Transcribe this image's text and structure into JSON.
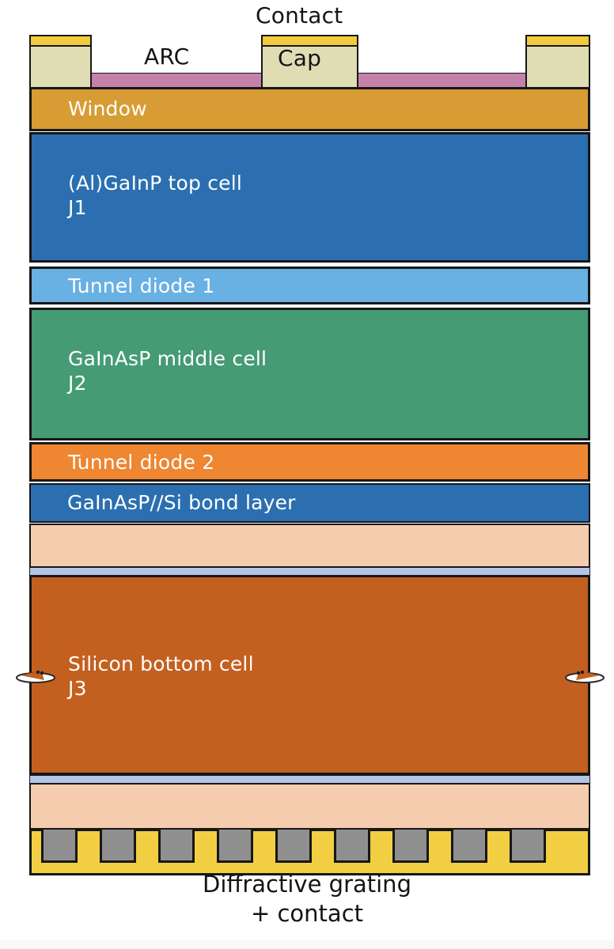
{
  "figure": {
    "type": "diagram",
    "subject": "Multijunction solar cell layer stack cross-section",
    "background": "#ffffff"
  },
  "top_labels": {
    "contact": "Contact",
    "arc": "ARC",
    "cap": "Cap"
  },
  "caption": {
    "line1": "Diffractive grating",
    "line2": "+ contact"
  },
  "layers": [
    {
      "id": "window",
      "label": "Window",
      "color": "#d79c34",
      "text_color": "#ffffff",
      "sublabel": ""
    },
    {
      "id": "top-cell",
      "label": "(Al)GaInP top cell",
      "sublabel": "J1",
      "color": "#2b6fb0",
      "text_color": "#ffffff"
    },
    {
      "id": "tunnel-diode-1",
      "label": "Tunnel diode 1",
      "sublabel": "",
      "color": "#69b0e3",
      "text_color": "#ffffff"
    },
    {
      "id": "middle-cell",
      "label": "GaInAsP middle cell",
      "sublabel": "J2",
      "color": "#459b73",
      "text_color": "#ffffff"
    },
    {
      "id": "tunnel-diode-2",
      "label": "Tunnel diode 2",
      "sublabel": "",
      "color": "#ee8632",
      "text_color": "#ffffff"
    },
    {
      "id": "bond-layer",
      "label": "GaInAsP//Si bond layer",
      "sublabel": "",
      "color": "#2b6fb0",
      "text_color": "#ffffff"
    },
    {
      "id": "upper-passivation",
      "label": "",
      "sublabel": "",
      "color": "#f5cdae",
      "text_color": "#ffffff"
    },
    {
      "id": "upper-interface",
      "label": "",
      "sublabel": "",
      "color": "#b4c3e8",
      "text_color": "#ffffff"
    },
    {
      "id": "silicon-bottom-cell",
      "label": "Silicon bottom cell",
      "sublabel": "J3",
      "color": "#c4601f",
      "text_color": "#ffffff"
    },
    {
      "id": "lower-interface",
      "label": "",
      "sublabel": "",
      "color": "#b4c3e8",
      "text_color": "#ffffff"
    },
    {
      "id": "lower-passivation",
      "label": "",
      "sublabel": "",
      "color": "#f5cdae",
      "text_color": "#ffffff"
    },
    {
      "id": "diffractive-grating",
      "label": "",
      "sublabel": "",
      "color": "#f2ce43",
      "text_color": "#141414"
    }
  ],
  "top_structures": {
    "cap_color": "#e0dcb4",
    "contact_color": "#f2cb3c",
    "arc_color": "#c482ab",
    "caps": [
      "left-cap",
      "center-cap",
      "right-cap"
    ],
    "contacts": [
      "left-contact",
      "center-contact",
      "right-contact"
    ],
    "arc_segments": [
      "arc-left-segment",
      "arc-right-segment"
    ]
  },
  "grating": {
    "tooth_color": "#8f8f8f",
    "tooth_count": 9
  },
  "outline_color": "#171717"
}
